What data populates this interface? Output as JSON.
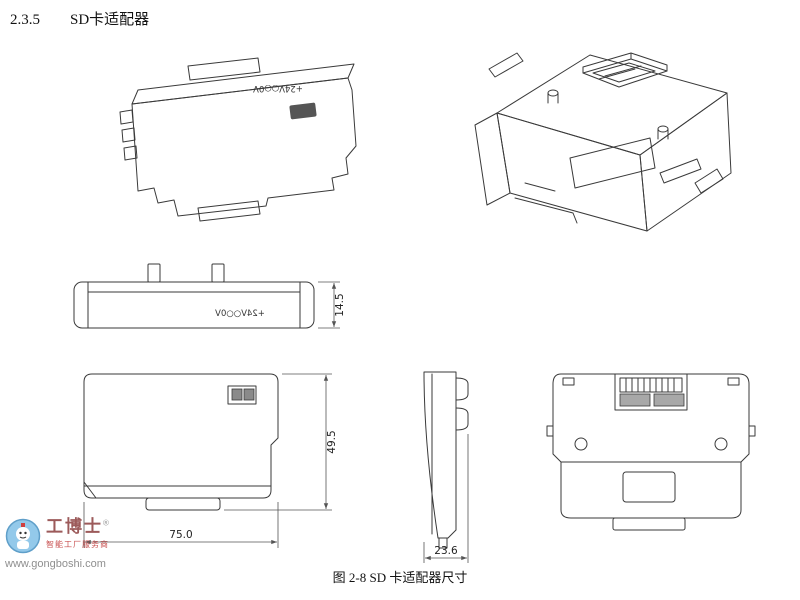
{
  "page": {
    "section_number": "2.3.5",
    "section_title": "SD卡适配器",
    "figure_caption": "图 2-8 SD 卡适配器尺寸"
  },
  "drawing": {
    "device_label": "+24V○○0V",
    "dims": {
      "top_height": "14.5",
      "front_height": "49.5",
      "front_width": "75.0",
      "side_depth": "23.6"
    },
    "line_color": "#3a3a3a",
    "dim_color": "#555555"
  },
  "watermark": {
    "brand": "工博士",
    "registered_mark": "®",
    "tagline": "智能工厂服务商",
    "url": "www.gongboshi.com",
    "logo_blue": "#93c9ea",
    "brand_color": "#9c5a5a",
    "tagline_color": "#c85050",
    "url_color": "#8f8f8f"
  }
}
